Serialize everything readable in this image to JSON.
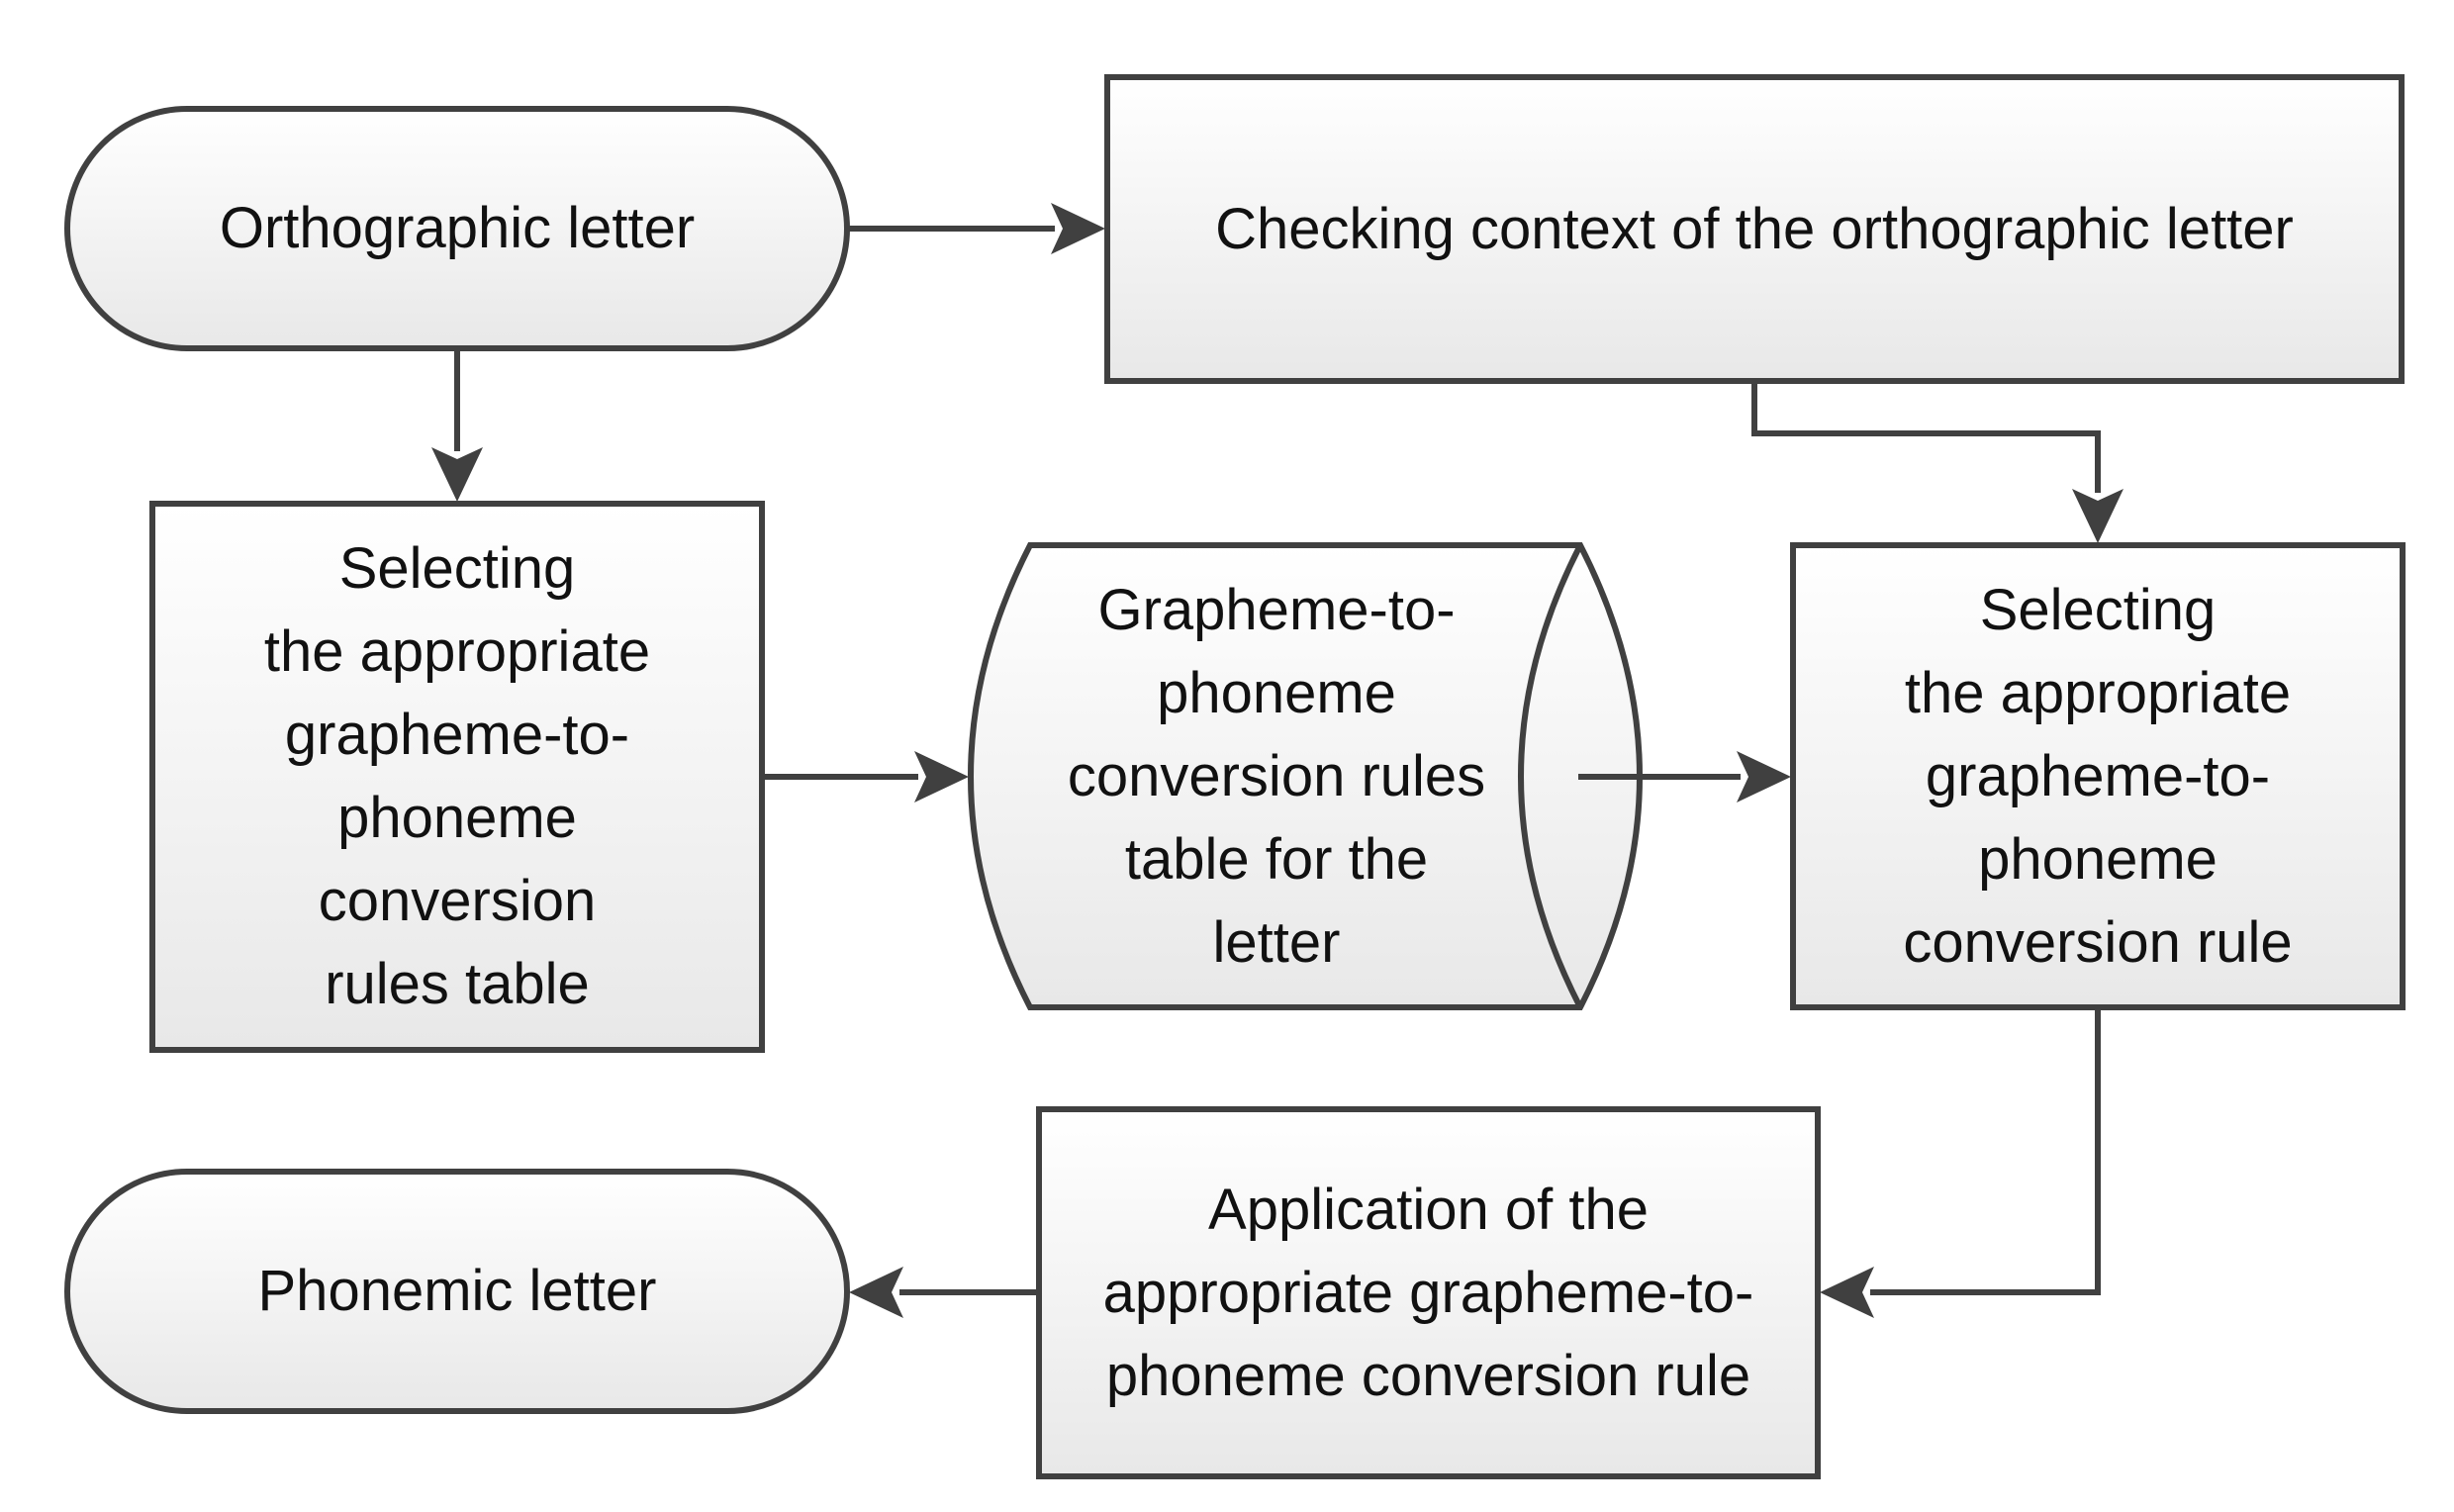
{
  "nodes": {
    "orthographic_letter": "Orthographic letter",
    "checking_context": "Checking context of the orthographic letter",
    "selecting_table": "Selecting\nthe appropriate\ngrapheme-to-\nphoneme\nconversion\nrules table",
    "rules_table_storage": "Grapheme-to-\nphoneme\nconversion rules\ntable for the\nletter",
    "selecting_rule": "Selecting\nthe appropriate\ngrapheme-to-\nphoneme\nconversion rule",
    "application_rule": "Application of the\nappropriate grapheme-to-\nphoneme conversion rule",
    "phonemic_letter": "Phonemic letter"
  },
  "colors": {
    "stroke": "#404040",
    "fill_top": "#ffffff",
    "fill_bottom": "#e8e8e8"
  }
}
